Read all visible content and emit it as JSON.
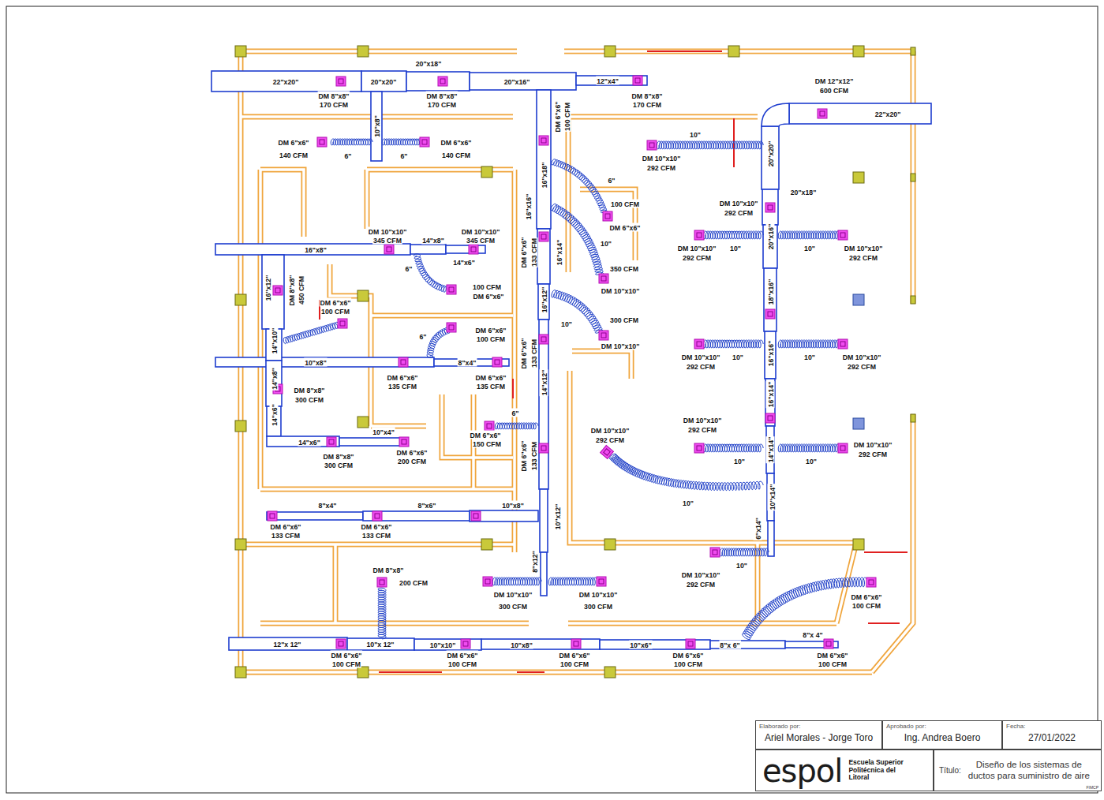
{
  "diagram": {
    "nodes": [
      {
        "text": [
          "Elaborado por:",
          "Ariel Morales - Jorge Toro"
        ]
      },
      {
        "text": [
          "Aprobado por:",
          "Ing. Andrea Boero"
        ]
      },
      {
        "text": [
          "Fecha:",
          "27/01/2022"
        ]
      },
      {
        "text": [
          "espol",
          "Escuela Superior Politécnica del Litoral"
        ]
      },
      {
        "text": [
          "Título:",
          "Diseño de los sistemas de ductos para suministro de aire",
          "FIMCP"
        ]
      }
    ],
    "labels": [
      "20\"x18\"",
      "22\"x20\"",
      "20\"x20\"",
      "20\"x16\"",
      "12\"x4\"",
      "DM 8\"x8\"",
      "170 CFM",
      "DM 8\"x8\"",
      "170 CFM",
      "DM 8\"x8\"",
      "170 CFM",
      "10\"x8\"",
      "DM 6\"x6\"",
      "140 CFM",
      "6\"",
      "6\"",
      "DM 6\"x6\"",
      "140 CFM",
      "DM 6\"x6\"",
      "100 CFM",
      "16\"x18\"",
      "16\"x16\"",
      "6\"",
      "100 CFM",
      "DM 6\"x6\"",
      "10\"",
      "DM 6\"x6\"",
      "133 CFM",
      "16\"x14\"",
      "350 CFM",
      "DM 10\"x10\"",
      "16\"x12\"",
      "10\"",
      "300 CFM",
      "DM 10\"x10\"",
      "DM 6\"x6\"",
      "133 CFM",
      "14\"x12\"",
      "6\"",
      "DM 6\"x6\"",
      "150 CFM",
      "DM 6\"x6\"",
      "133 CFM",
      "10\"x12\"",
      "8\"x12\"",
      "10\"x8\"",
      "DM 10\"x10\"",
      "345 CFM",
      "14\"x8\"",
      "DM 10\"x10\"",
      "345 CFM",
      "14\"x6\"",
      "16\"x8\"",
      "6\"",
      "100 CFM",
      "DM 6\"x6\"",
      "16\"x12\"",
      "DM 8\"x8\"",
      "450 CFM",
      "DM 6\"x6\"",
      "100 CFM",
      "14\"x10\"",
      "6\"",
      "DM 6\"x6\"",
      "100 CFM",
      "10\"x8\"",
      "8\"x4\"",
      "14\"x8\"",
      "DM 6\"x6\"",
      "135 CFM",
      "DM 6\"x6\"",
      "135 CFM",
      "DM 8\"x8\"",
      "300 CFM",
      "14\"x6\"",
      "10\"x4\"",
      "14\"x6\"",
      "DM 8\"x8\"",
      "300 CFM",
      "DM 6\"x6\"",
      "200 CFM",
      "8\"x4\"",
      "8\"x6\"",
      "DM 6\"x6\"",
      "133 CFM",
      "DM 6\"x6\"",
      "133 CFM",
      "DM 8\"x8\"",
      "200 CFM",
      "DM 10\"x10\"",
      "300 CFM",
      "DM 10\"x10\"",
      "300 CFM",
      "12\"x 12\"",
      "10\"x 12\"",
      "10\"x10\"",
      "10\"x8\"",
      "10\"x6\"",
      "8\"x 6\"",
      "8\"x 4\"",
      "DM 6\"x6\"",
      "100 CFM",
      "DM 6\"x6\"",
      "100 CFM",
      "DM 6\"x6\"",
      "100 CFM",
      "DM 6\"x6\"",
      "100 CFM",
      "DM 6\"x6\"",
      "100 CFM",
      "DM 6\"x6\"",
      "100 CFM",
      "DM 12\"x12\"",
      "600 CFM",
      "22\"x20\"",
      "20\"x20\"",
      "10\"",
      "DM 10\"x10\"",
      "292 CFM",
      "20\"x18\"",
      "DM 10\"x10\"",
      "292 CFM",
      "20\"x16\"",
      "DM 10\"x10\"",
      "292 CFM",
      "10\"",
      "10\"",
      "DM 10\"x10\"",
      "292 CFM",
      "18\"x16\"",
      "16\"x16\"",
      "DM 10\"x10\"",
      "292 CFM",
      "10\"",
      "10\"",
      "DM 10\"x10\"",
      "292 CFM",
      "16\"x14\"",
      "DM 10\"x10\"",
      "292 CFM",
      "14\"x14\"",
      "DM 10\"x10\"",
      "292 CFM",
      "10\"",
      "10\"",
      "DM 10\"x10\"",
      "292 CFM",
      "10\"",
      "10\"x14\"",
      "6\"x14\"",
      "10\"",
      "DM 10\"x10\"",
      "292 CFM"
    ]
  }
}
